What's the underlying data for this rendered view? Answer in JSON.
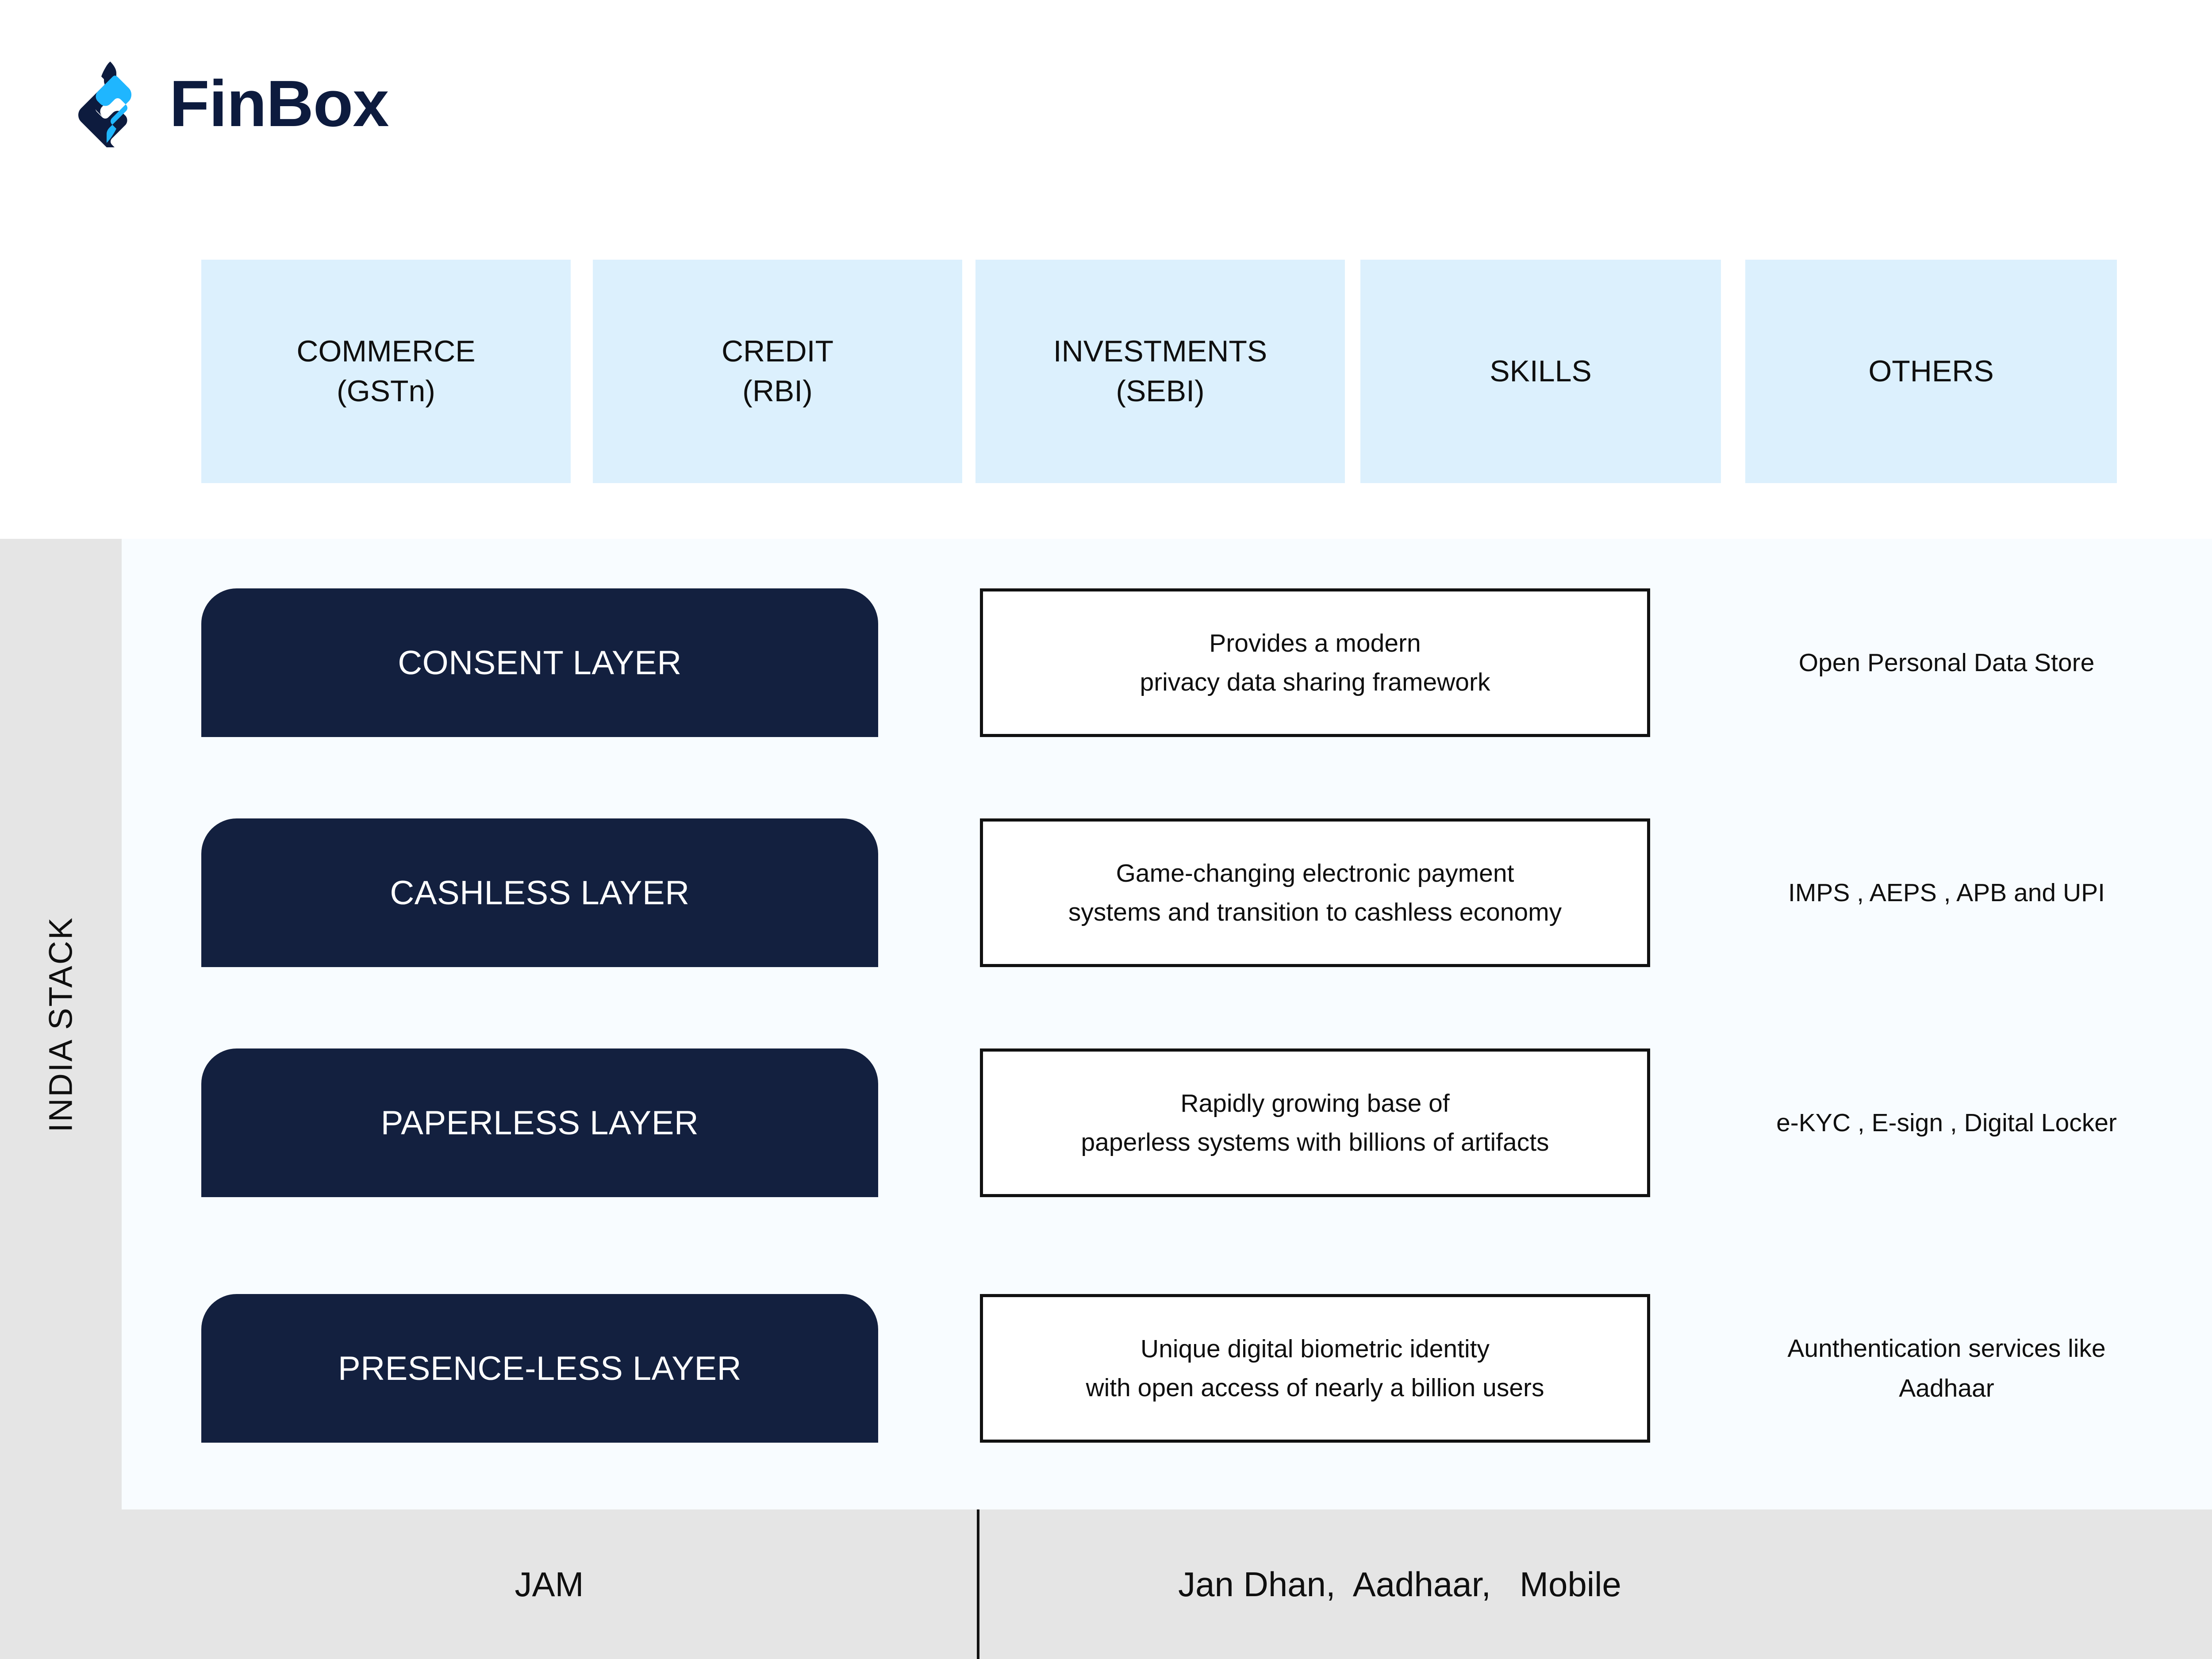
{
  "brand": {
    "name": "FinBox",
    "mark_dark_color": "#0d1b3e",
    "mark_accent_color": "#1fb6ff"
  },
  "categories": {
    "box_color": "#dcf0fd",
    "items": [
      {
        "title": "COMMERCE",
        "subtitle": "(GSTn)"
      },
      {
        "title": "CREDIT",
        "subtitle": "(RBI)"
      },
      {
        "title": "INVESTMENTS",
        "subtitle": "(SEBI)"
      },
      {
        "title": "SKILLS",
        "subtitle": ""
      },
      {
        "title": "OTHERS",
        "subtitle": ""
      }
    ]
  },
  "side_band": {
    "label": "INDIA STACK",
    "background": "#e5e5e5"
  },
  "stack": {
    "panel_background": "#f8fcff",
    "chip_color": "#13203f",
    "layers": [
      {
        "name": "CONSENT LAYER",
        "description_line1": "Provides a modern",
        "description_line2": "privacy data sharing framework",
        "services_line1": "Open Personal Data Store",
        "services_line2": ""
      },
      {
        "name": "CASHLESS LAYER",
        "description_line1": "Game-changing electronic payment",
        "description_line2": "systems and transition to cashless economy",
        "services_line1": "IMPS , AEPS , APB and UPI",
        "services_line2": ""
      },
      {
        "name": "PAPERLESS LAYER",
        "description_line1": "Rapidly growing base of",
        "description_line2": "paperless systems with billions of artifacts",
        "services_line1": "e-KYC , E-sign , Digital Locker",
        "services_line2": ""
      },
      {
        "name": "PRESENCE-LESS LAYER",
        "description_line1": "Unique digital biometric identity",
        "description_line2": "with open access of nearly a billion users",
        "services_line1": "Aunthentication services like",
        "services_line2": "Aadhaar"
      }
    ]
  },
  "footer": {
    "acronym": "JAM",
    "expansion": "Jan Dhan,  Aadhaar,   Mobile",
    "background": "#e5e5e5"
  }
}
